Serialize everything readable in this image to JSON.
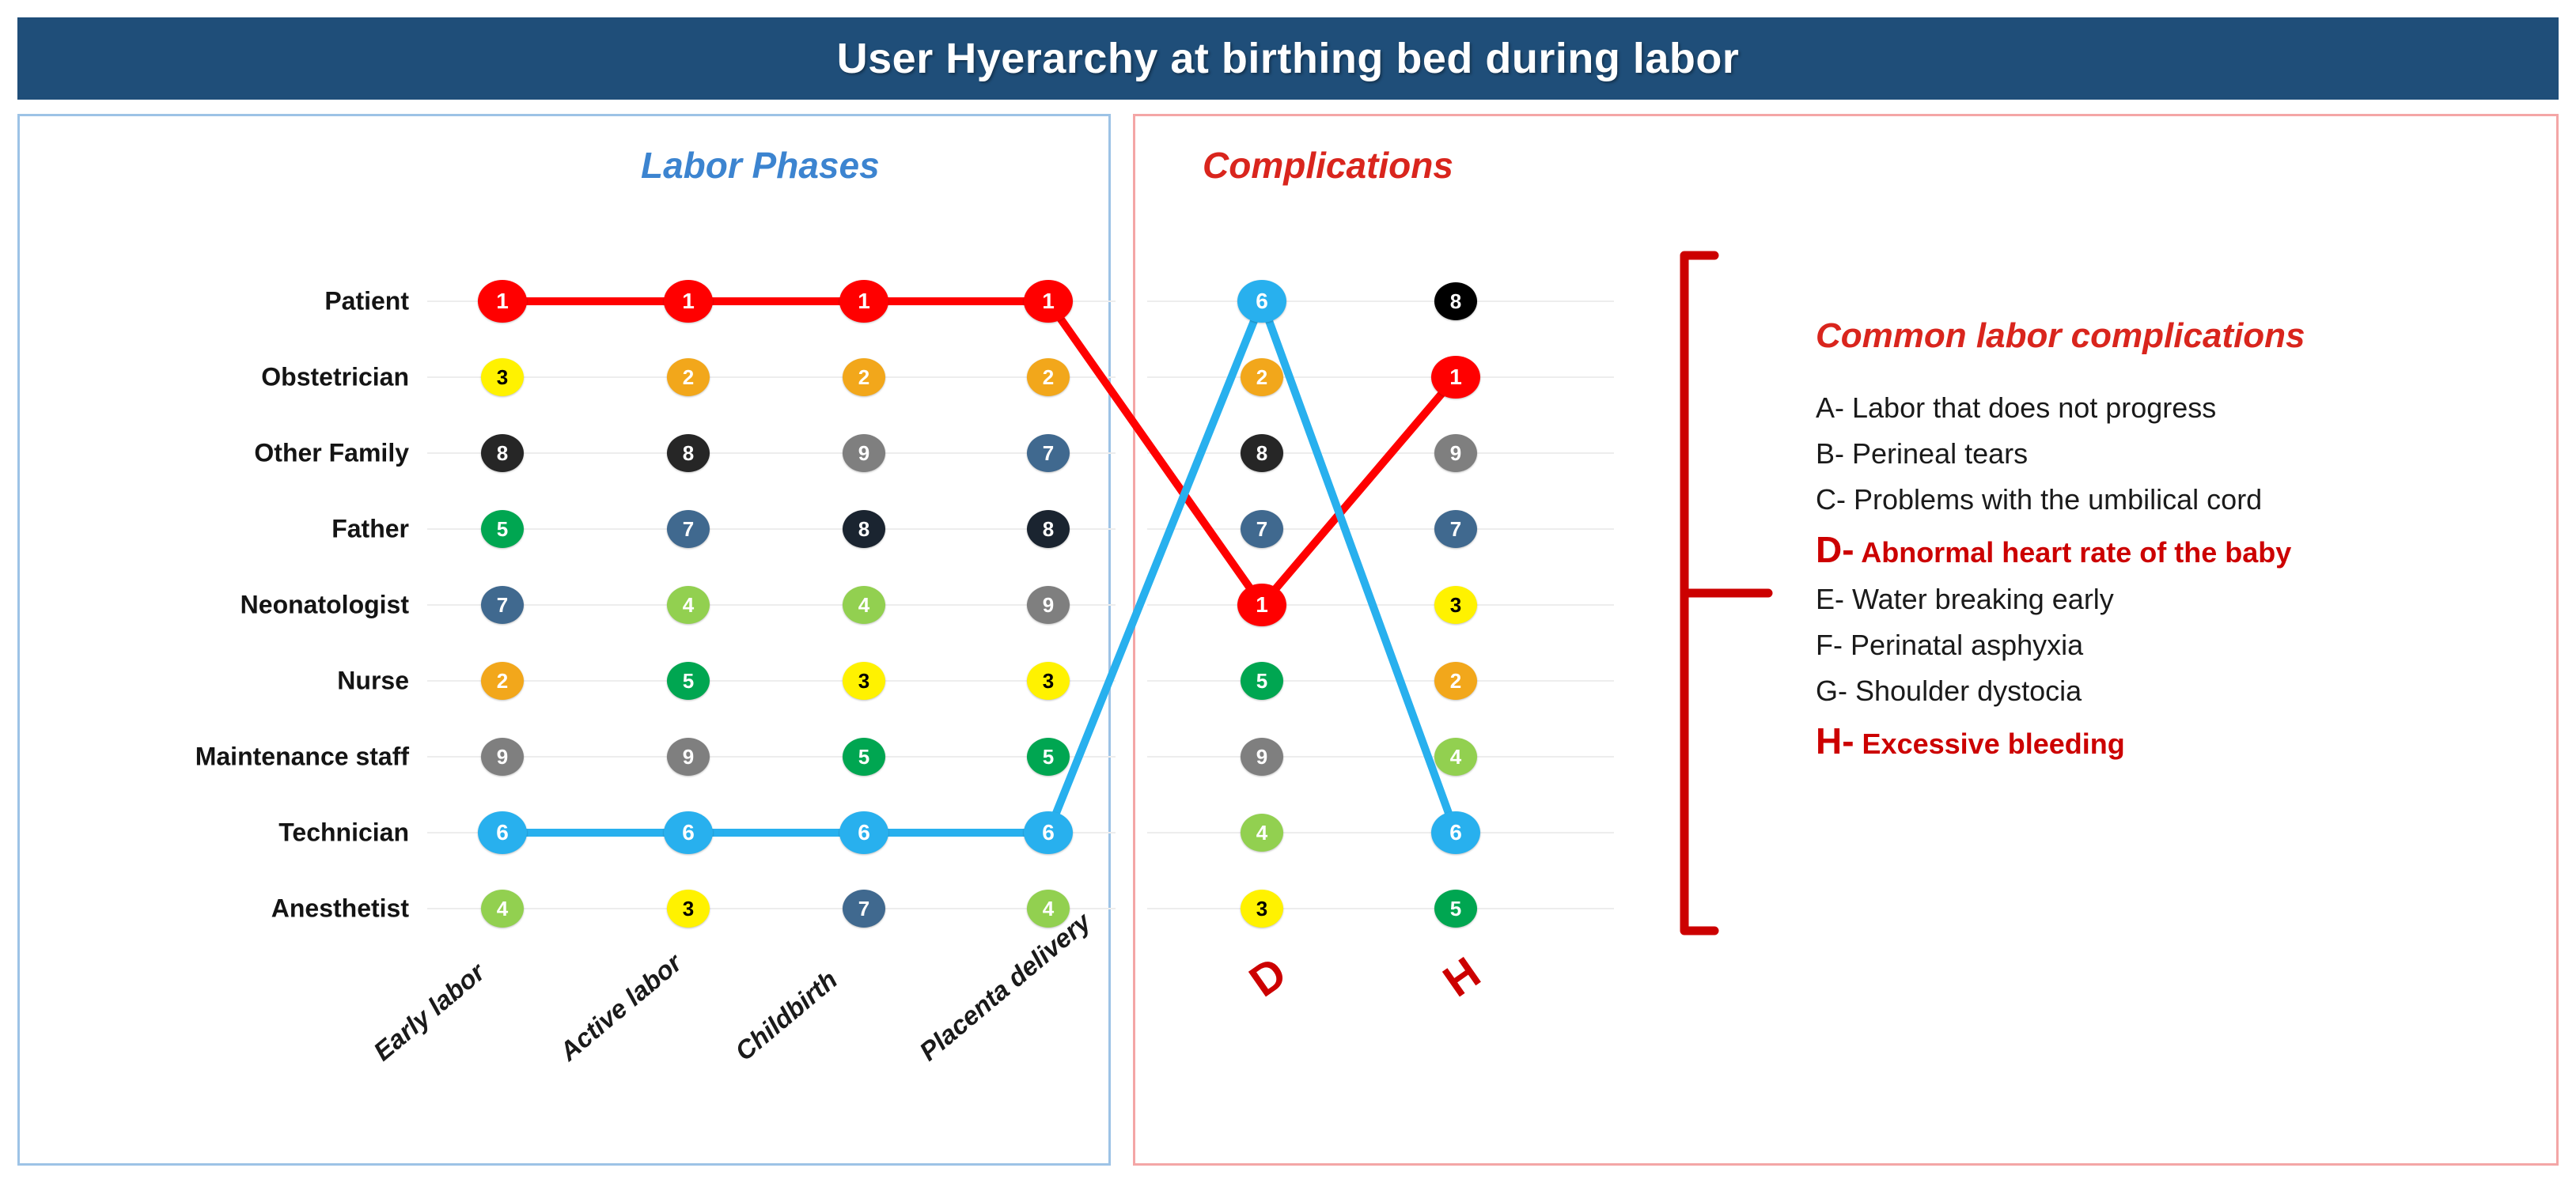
{
  "header": {
    "title": "User Hyerarchy at birthing bed during labor",
    "bar_color": "#1F4E79"
  },
  "sections": {
    "left": {
      "title": "Labor Phases",
      "color": "#3C84D0",
      "border_color": "#9DC3E6"
    },
    "right": {
      "title": "Complications",
      "color": "#D9251D",
      "border_color": "#F4A6A6"
    }
  },
  "chart_data": {
    "type": "line",
    "title": "User Hyerarchy at birthing bed during labor",
    "xlabel": "",
    "ylabel": "",
    "grid": true,
    "legend_position": "right",
    "roles": [
      "Patient",
      "Obstetrician",
      "Other Family",
      "Father",
      "Neonatologist",
      "Nurse",
      "Maintenance staff",
      "Technician",
      "Anesthetist"
    ],
    "categories": [
      "Early labor",
      "Active labor",
      "Childbirth",
      "Placenta delivery",
      "D",
      "H"
    ],
    "labor_phases": [
      "Early labor",
      "Active labor",
      "Childbirth",
      "Placenta delivery"
    ],
    "complication_columns": [
      "D",
      "H"
    ],
    "rank_matrix": [
      [
        1,
        1,
        1,
        1,
        6,
        8
      ],
      [
        3,
        2,
        2,
        2,
        2,
        1
      ],
      [
        8,
        8,
        9,
        7,
        8,
        9
      ],
      [
        5,
        7,
        8,
        8,
        7,
        7
      ],
      [
        7,
        4,
        4,
        9,
        1,
        3
      ],
      [
        2,
        5,
        3,
        3,
        5,
        2
      ],
      [
        9,
        9,
        5,
        5,
        9,
        4
      ],
      [
        6,
        6,
        6,
        6,
        4,
        6
      ],
      [
        4,
        3,
        7,
        4,
        3,
        5
      ]
    ],
    "series": [
      {
        "name": "Patient",
        "color": "#FF0000",
        "values": [
          1,
          1,
          1,
          1,
          5,
          2
        ],
        "note": "red connector line: Patient rank across phases then drops to Neonatologist row at D and rises to Obstetrician row at H"
      },
      {
        "name": "Technician",
        "color": "#28B0EE",
        "values": [
          8,
          8,
          8,
          8,
          1,
          8
        ],
        "note": "blue connector line: Technician row across phases then peaks at Patient row at D and returns to Technician row at H"
      }
    ],
    "rank_colors": {
      "1": "#FF0000",
      "2": "#F2A71B",
      "3": "#FFF200",
      "4": "#92D050",
      "5": "#00A651",
      "6": "#28B0EE",
      "7": "#40698F",
      "8": "#262626",
      "9": "#7F7F7F"
    }
  },
  "complications_legend": {
    "title": "Common labor complications",
    "items": [
      {
        "letter": "A",
        "text": "Labor that does not progress",
        "highlight": false
      },
      {
        "letter": "B",
        "text": "Perineal tears",
        "highlight": false
      },
      {
        "letter": "C",
        "text": "Problems with the umbilical cord",
        "highlight": false
      },
      {
        "letter": "D",
        "text": "Abnormal heart rate of the baby",
        "highlight": true
      },
      {
        "letter": "E",
        "text": "Water breaking early",
        "highlight": false
      },
      {
        "letter": "F",
        "text": "Perinatal asphyxia",
        "highlight": false
      },
      {
        "letter": "G",
        "text": "Shoulder dystocia",
        "highlight": false
      },
      {
        "letter": "H",
        "text": "Excessive bleeding",
        "highlight": true
      }
    ],
    "highlight_color": "#CC0000",
    "bracket_color": "#CC0000"
  }
}
